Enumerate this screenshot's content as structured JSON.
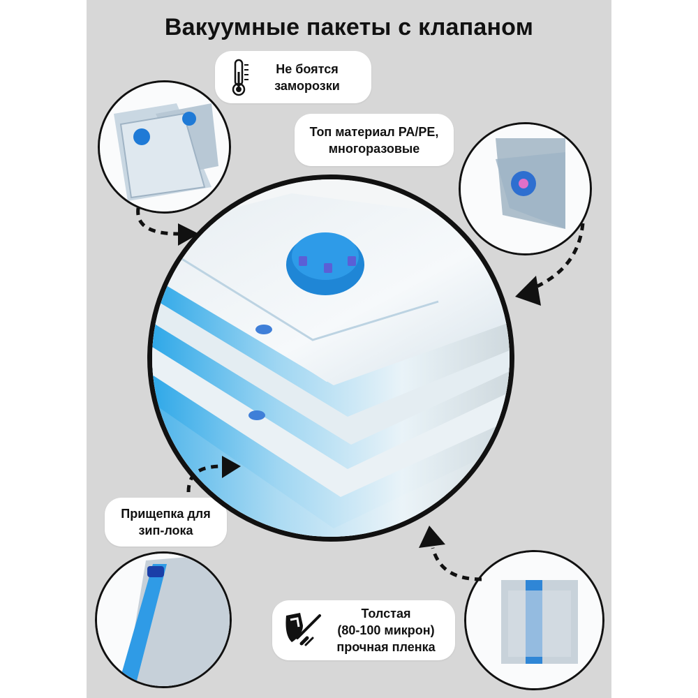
{
  "header": {
    "title": "Вакуумные пакеты с клапаном"
  },
  "features": {
    "frost": "Не боятся\nзаморозки",
    "material": "Топ материал PA/PE,\nмногоразовые",
    "clip": "Прищепка для\nзип-лока",
    "film": "Толстая\n(80-100 микрон)\nпрочная пленка"
  },
  "icons": {
    "frost": "thermometer-icon",
    "film": "shield-sword-icon"
  },
  "colors": {
    "background": "#d7d7d7",
    "accent": "#2ea0e6",
    "outline": "#111111"
  }
}
